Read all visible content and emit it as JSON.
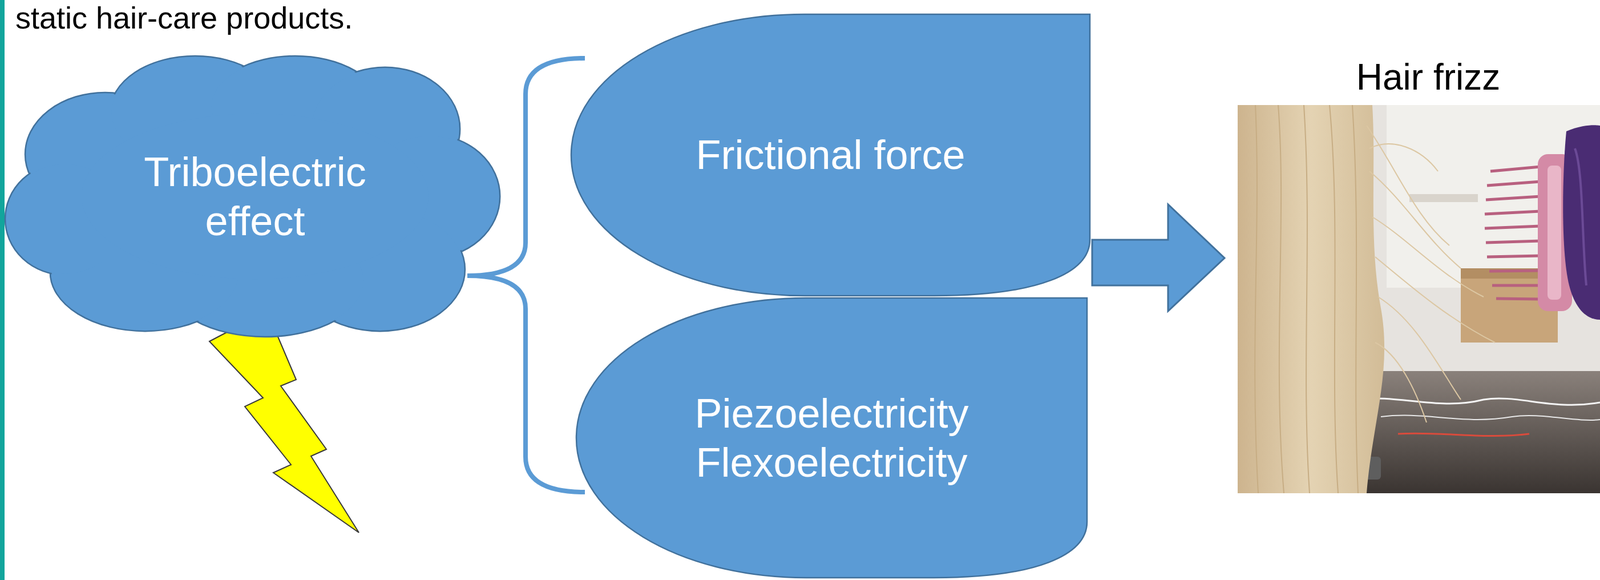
{
  "diagram": {
    "nodes": [
      {
        "text": [
          "Triboelectric effect"
        ]
      },
      {
        "text": [
          "Frictional force"
        ]
      },
      {
        "text": [
          "Piezoelectricity Flexoelectricity"
        ]
      }
    ],
    "labels": [
      "static hair-care products.",
      "Hair frizz"
    ]
  }
}
